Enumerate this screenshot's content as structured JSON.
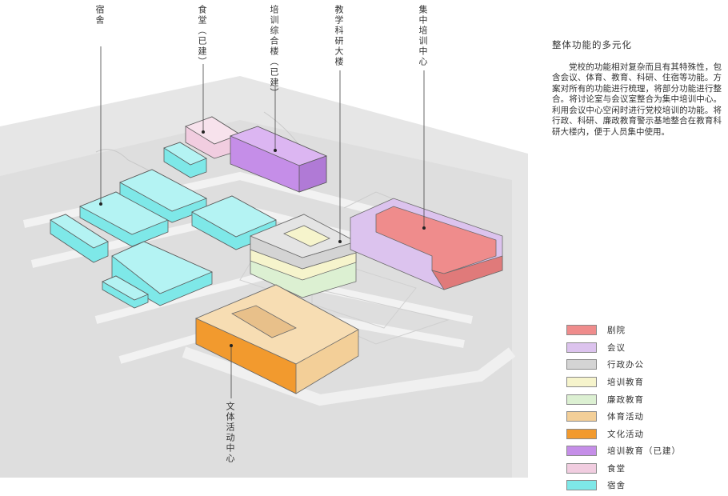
{
  "labels": {
    "dorm": "宿舍",
    "canteen": "食堂（已建）",
    "training_complex": "培训综合楼（已建）",
    "teaching_research": "教学科研大楼",
    "training_center": "集中培训中心",
    "culture_sports": "文体活动中心"
  },
  "description": {
    "title": "整体功能的多元化",
    "body": "党校的功能相对复杂而且有其特殊性，包含会议、体育、教育、科研、住宿等功能。方案对所有的功能进行梳理，将部分功能进行整合。将讨论室与会议室整合为集中培训中心。利用会议中心空闲时进行党校培训的功能。将行政、科研、廉政教育警示基地整合在教育科研大楼内，便于人员集中使用。"
  },
  "legend": [
    {
      "label": "剧院",
      "color": "#ef8c8c"
    },
    {
      "label": "会议",
      "color": "#dcc3ee"
    },
    {
      "label": "行政办公",
      "color": "#d4d4d4"
    },
    {
      "label": "培训教育",
      "color": "#f6f4cc"
    },
    {
      "label": "廉政教育",
      "color": "#dcf0d2"
    },
    {
      "label": "体育活动",
      "color": "#f3cf98"
    },
    {
      "label": "文化活动",
      "color": "#f29a2e"
    },
    {
      "label": "培训教育（已建）",
      "color": "#c58ee8"
    },
    {
      "label": "食堂",
      "color": "#f1cde0"
    },
    {
      "label": "宿舍",
      "color": "#7ee8e8"
    }
  ]
}
